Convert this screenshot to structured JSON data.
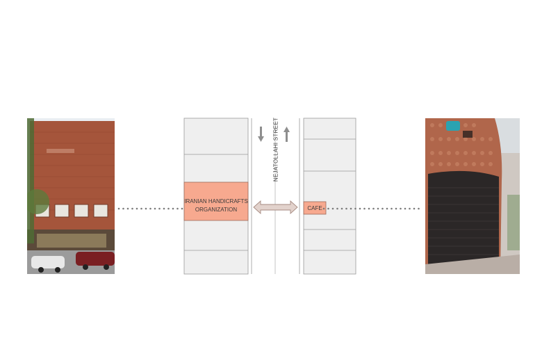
{
  "labels": {
    "left_building": "IRANIAN HANDICRAFTS ORGANIZATION",
    "right_building": "CAFE",
    "street": "NEJATOLLAHI STREET"
  },
  "colors": {
    "highlight_fill": "#f7a98f",
    "highlight_stroke": "#9b6b5b",
    "block_fill": "#efefef",
    "block_stroke": "#9a9a9a",
    "arrow_fill": "#e2d2cc",
    "arrow_stroke": "#a58a80",
    "dots": "#7a7a7a"
  }
}
